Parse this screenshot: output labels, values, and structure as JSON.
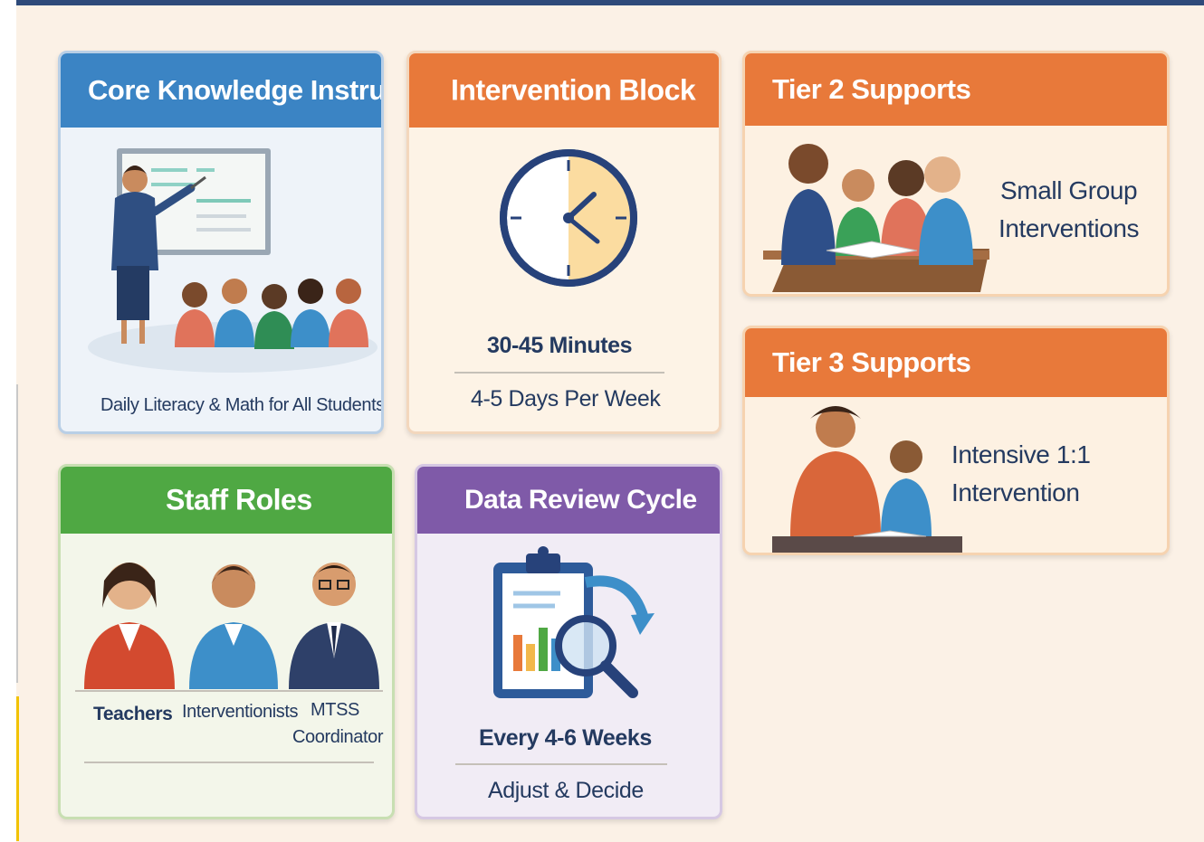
{
  "cards": {
    "core": {
      "title": "Core Knowledge Instruction",
      "caption": "Daily Literacy & Math for All Students",
      "color": "#3b84c4",
      "body_bg": "#eef3f9"
    },
    "intervention": {
      "title": "Intervention Block",
      "duration": "30-45 Minutes",
      "frequency": "4-5 Days Per Week",
      "color": "#e8793a",
      "body_bg": "#fdf3e6"
    },
    "tier2": {
      "title": "Tier 2 Supports",
      "line1": "Small Group",
      "line2": "Interventions",
      "color": "#e8793a",
      "body_bg": "#fdf1e2"
    },
    "tier3": {
      "title": "Tier 3 Supports",
      "line1": "Intensive 1:1",
      "line2": "Intervention",
      "color": "#e8793a",
      "body_bg": "#fdf1e2"
    },
    "staff": {
      "title": "Staff Roles",
      "roles": [
        "Teachers",
        "Interventionists",
        "MTSS",
        "Coordinator"
      ],
      "color": "#4fa843",
      "body_bg": "#f3f6ea"
    },
    "data_review": {
      "title": "Data Review Cycle",
      "frequency": "Every 4-6 Weeks",
      "action": "Adjust & Decide",
      "color": "#7f5aa8",
      "body_bg": "#f1ecf5"
    }
  },
  "icons": [
    "teacher-classroom-icon",
    "clock-icon",
    "small-group-icon",
    "one-on-one-icon",
    "staff-people-icon",
    "clipboard-magnifier-icon"
  ]
}
